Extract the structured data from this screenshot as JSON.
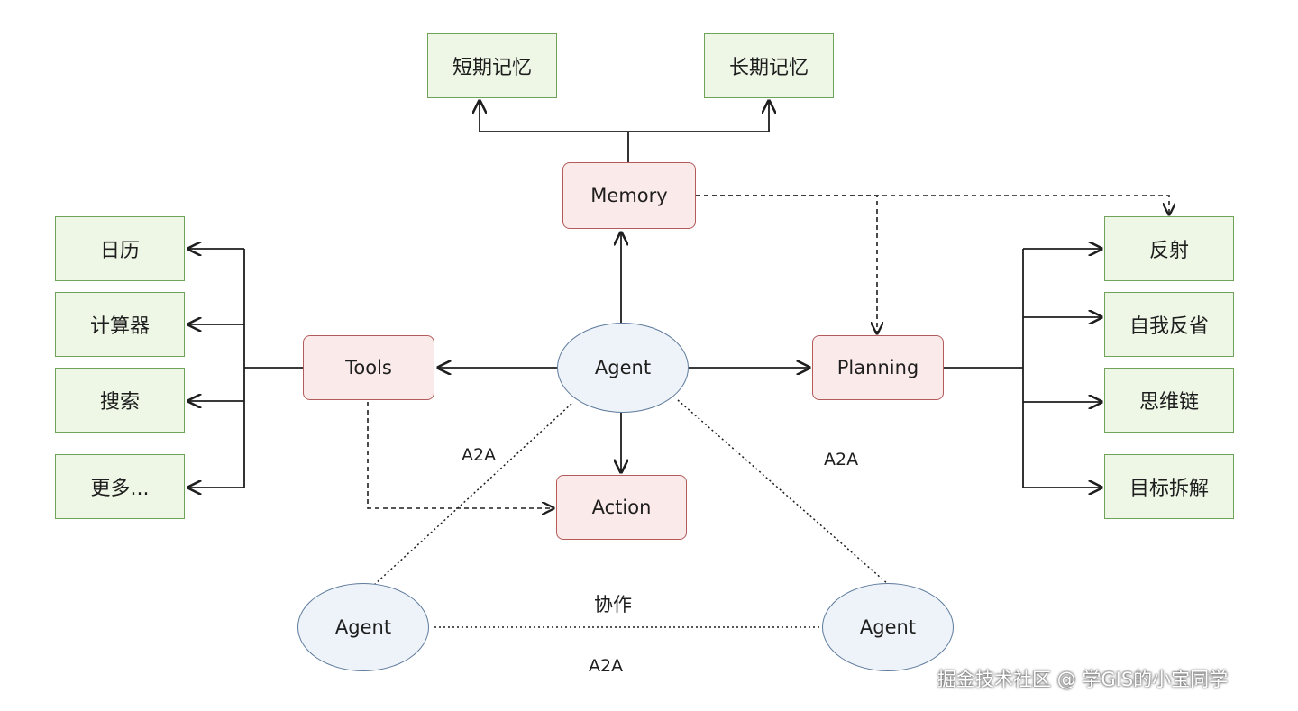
{
  "memory": {
    "label": "Memory",
    "children": [
      "短期记忆",
      "长期记忆"
    ]
  },
  "tools": {
    "label": "Tools",
    "children": [
      "日历",
      "计算器",
      "搜索",
      "更多..."
    ]
  },
  "agent_center": {
    "label": "Agent"
  },
  "planning": {
    "label": "Planning",
    "children": [
      "反射",
      "自我反省",
      "思维链",
      "目标拆解"
    ]
  },
  "action": {
    "label": "Action"
  },
  "agent_left": {
    "label": "Agent"
  },
  "agent_right": {
    "label": "Agent"
  },
  "edge_labels": {
    "a2a_left": "A2A",
    "a2a_right": "A2A",
    "a2a_bottom": "A2A",
    "collab": "协作"
  },
  "watermark": "掘金技术社区 @ 学GIS的小宝同学",
  "colors": {
    "green_fill": "#eef7e6",
    "green_border": "#6fa35a",
    "red_fill": "#fbeaea",
    "red_border": "#b35a5a",
    "blue_fill": "#eef3f9",
    "blue_border": "#5d7a9c",
    "line": "#1e1e1e"
  }
}
